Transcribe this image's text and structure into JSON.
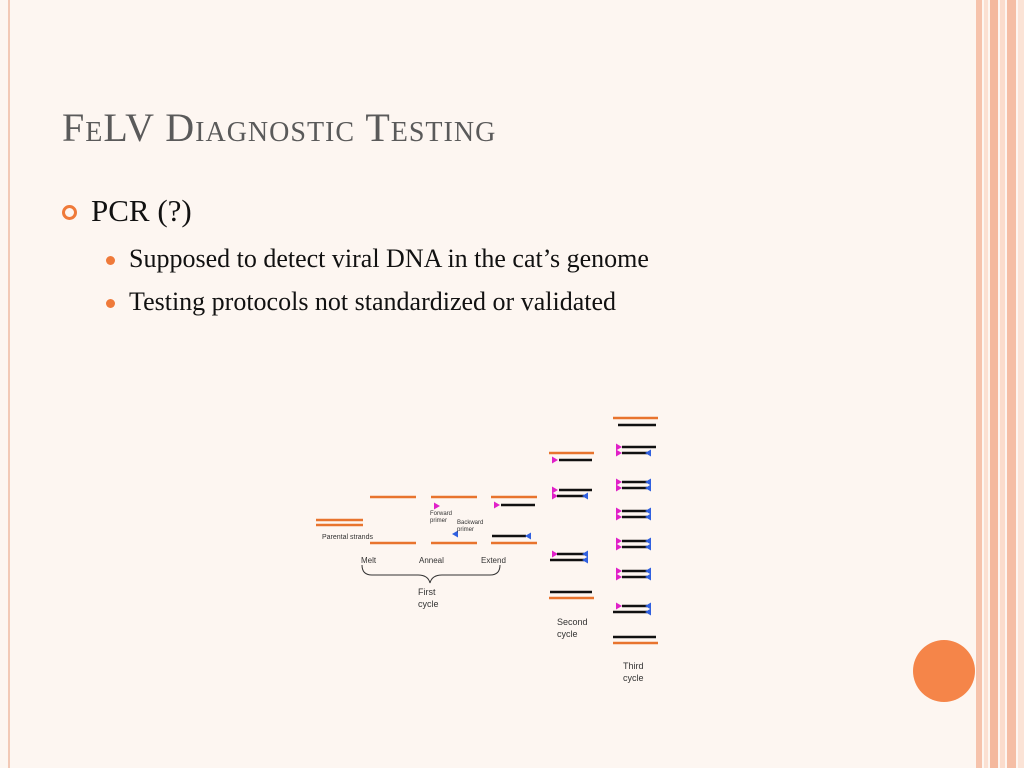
{
  "slide": {
    "title": "FeLV Diagnostic Testing",
    "bullet": "PCR (?)",
    "sub_bullets": [
      "Supposed to detect viral DNA in the cat’s genome",
      "Testing protocols not standardized or validated"
    ]
  },
  "diagram": {
    "labels": {
      "parental": "Parental strands",
      "melt": "Melt",
      "anneal": "Anneal",
      "extend": "Extend",
      "forward1": "Forward",
      "forward2": "primer",
      "backward1": "Backward",
      "backward2": "primer",
      "first1": "First",
      "first2": "cycle",
      "second1": "Second",
      "second2": "cycle",
      "third1": "Third",
      "third2": "cycle"
    },
    "colors": {
      "strand": "#e8742e",
      "new_strand": "#111111",
      "forward_primer": "#e020c8",
      "backward_primer": "#3060e0"
    }
  },
  "theme": {
    "accent": "#ef7a3a",
    "circle": "#f58549",
    "background": "#fdf6f1"
  }
}
